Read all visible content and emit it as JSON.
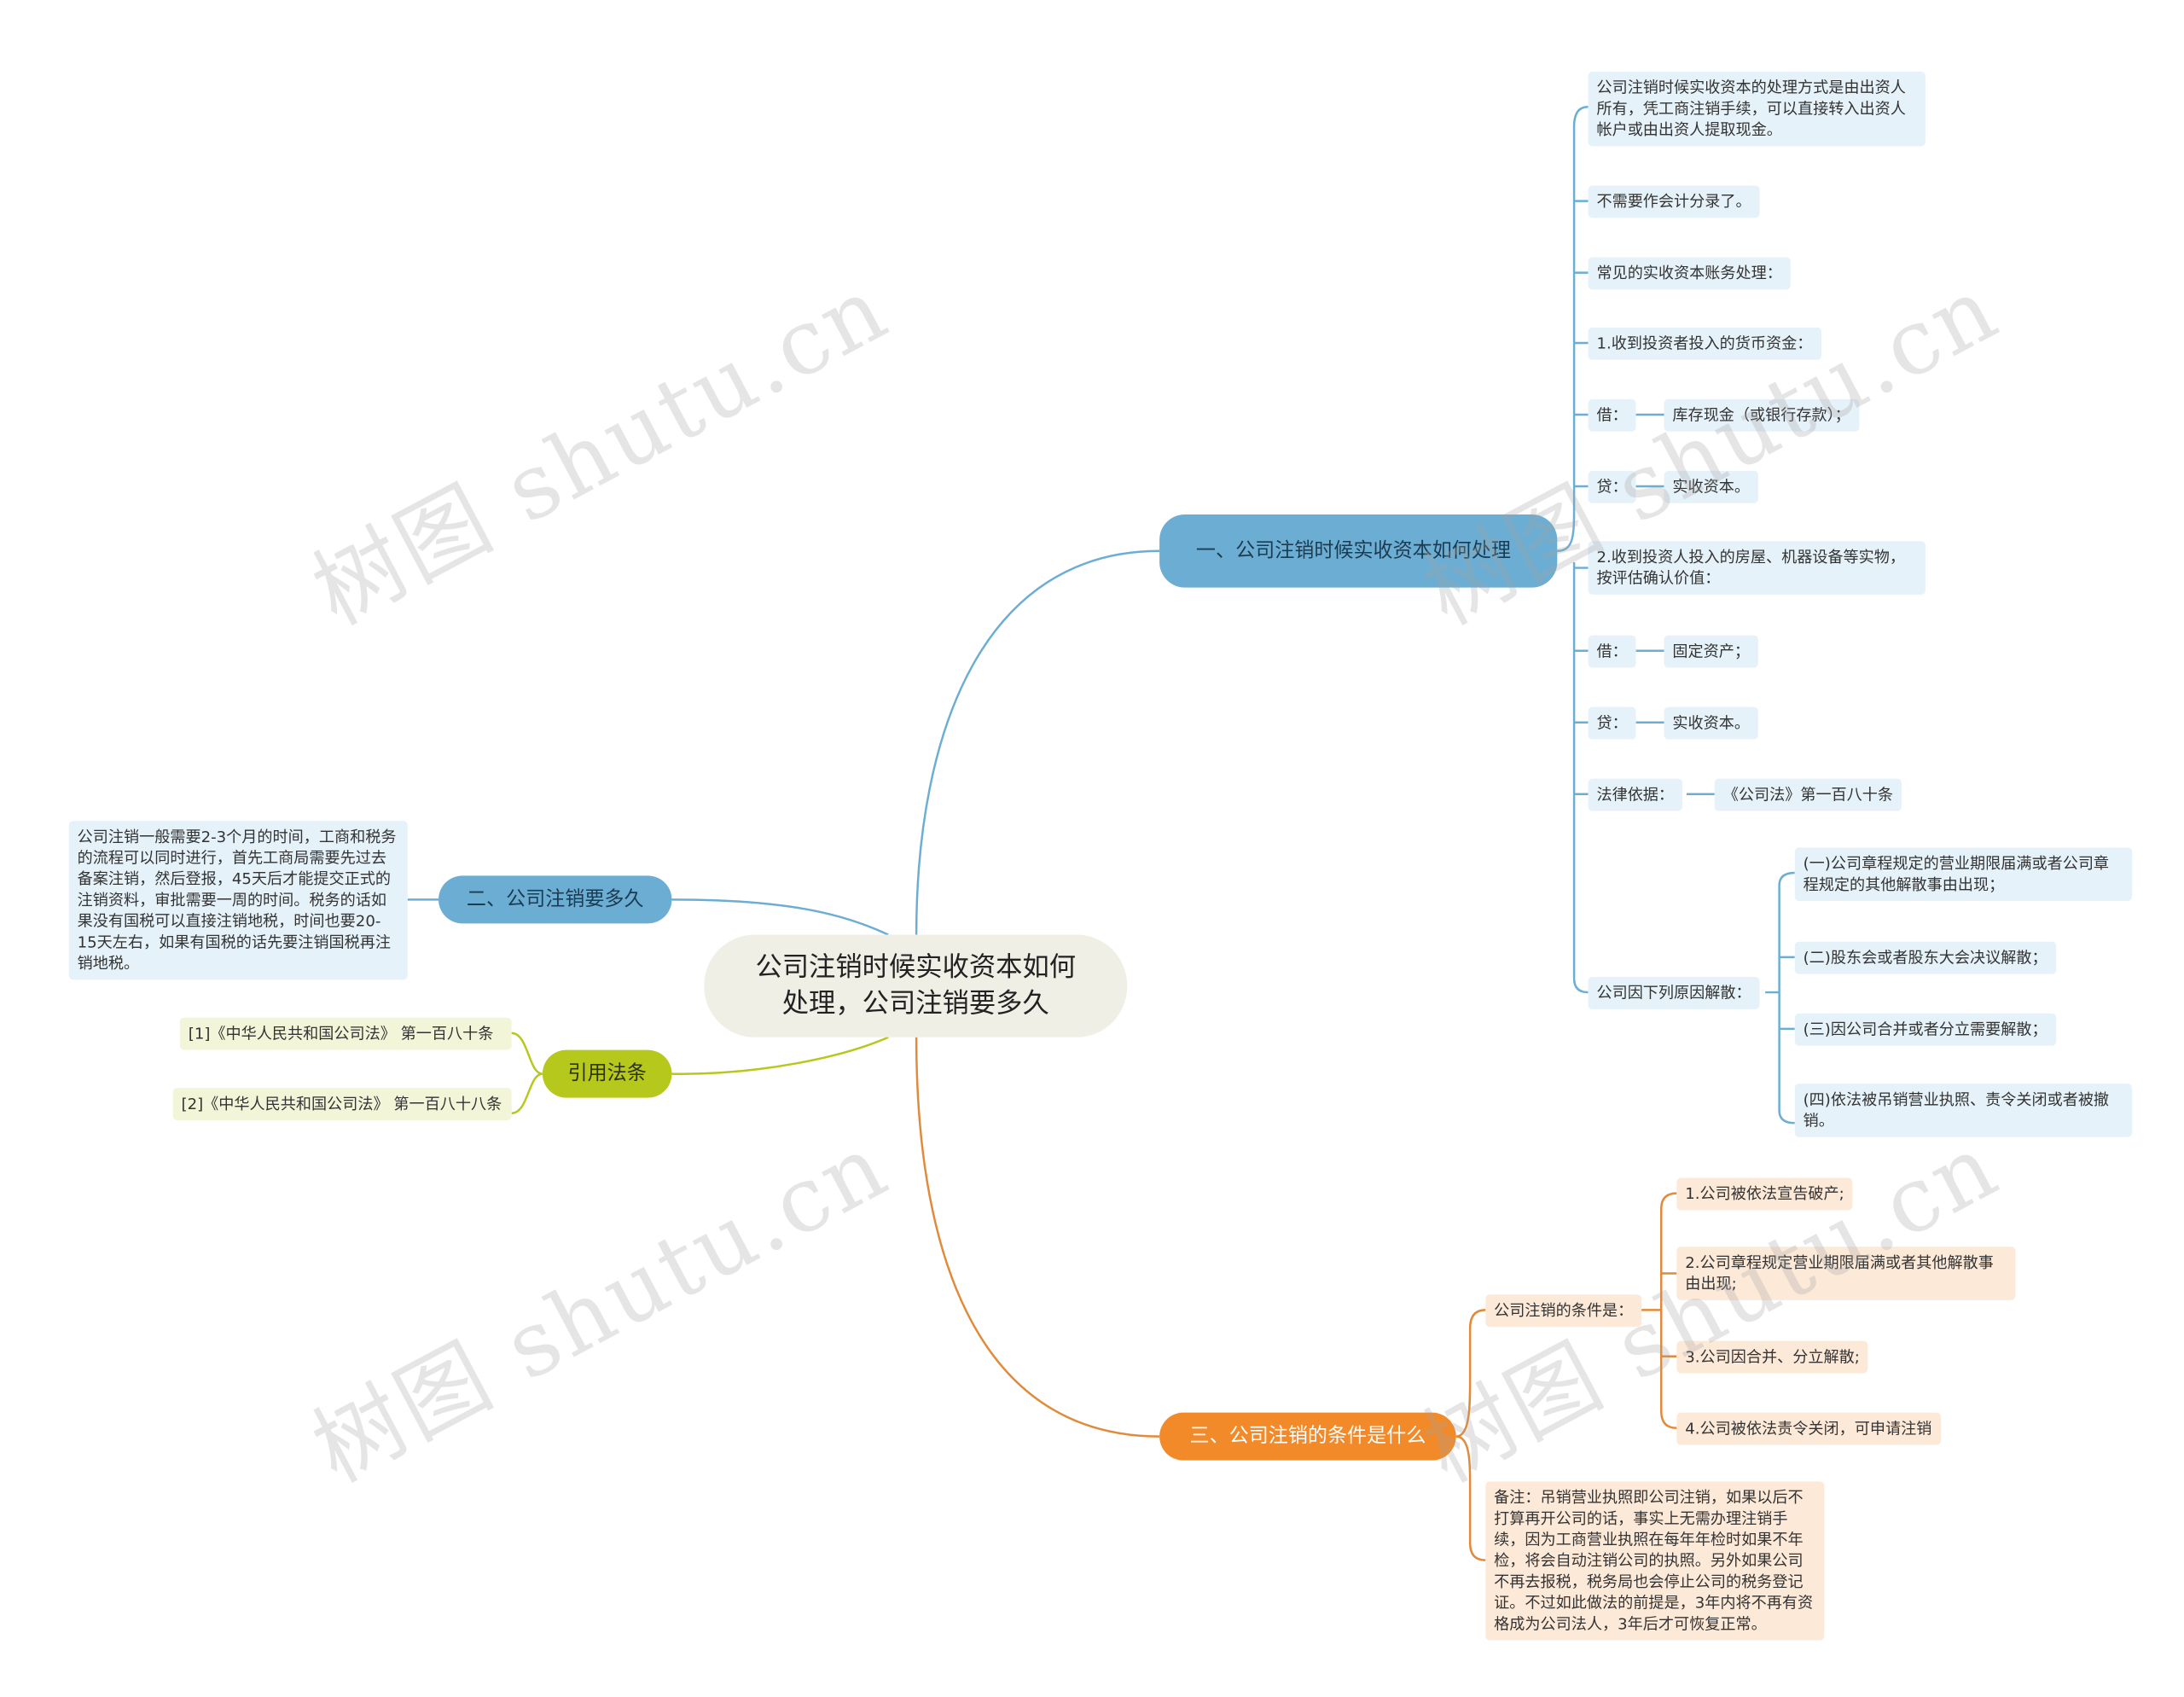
{
  "center": {
    "title": "公司注销时候实收资本如何处理，公司注销要多久"
  },
  "branch1": {
    "title": "一、公司注销时候实收资本如何处理",
    "items": [
      "公司注销时候实收资本的处理方式是由出资人所有，凭工商注销手续，可以直接转入出资人帐户或由出资人提取现金。",
      "不需要作会计分录了。",
      "常见的实收资本账务处理：",
      "1.收到投资者投入的货币资金：",
      "借：",
      "库存现金（或银行存款）；",
      "贷：",
      "实收资本。",
      "2.收到投资人投入的房屋、机器设备等实物，按评估确认价值：",
      "借：",
      "固定资产；",
      "贷：",
      "实收资本。",
      "法律依据：",
      "《公司法》第一百八十条",
      "公司因下列原因解散：",
      "(一)公司章程规定的营业期限届满或者公司章程规定的其他解散事由出现；",
      "(二)股东会或者股东大会决议解散；",
      "(三)因公司合并或者分立需要解散；",
      "(四)依法被吊销营业执照、责令关闭或者被撤销。"
    ]
  },
  "branch2": {
    "title": "二、公司注销要多久",
    "detail": "公司注销一般需要2-3个月的时间，工商和税务的流程可以同时进行，首先工商局需要先过去备案注销，然后登报，45天后才能提交正式的注销资料，审批需要一周的时间。税务的话如果没有国税可以直接注销地税，时间也要20-15天左右，如果有国税的话先要注销国税再注销地税。"
  },
  "branch3": {
    "title": "引用法条",
    "items": [
      "[1]《中华人民共和国公司法》 第一百八十条",
      "[2]《中华人民共和国公司法》 第一百八十八条"
    ]
  },
  "branch4": {
    "title": "三、公司注销的条件是什么",
    "conditions_label": "公司注销的条件是：",
    "conditions": [
      "1.公司被依法宣告破产;",
      "2.公司章程规定营业期限届满或者其他解散事由出现;",
      "3.公司因合并、分立解散;",
      "4.公司被依法责令关闭，可申请注销"
    ],
    "note": "备注：吊销营业执照即公司注销，如果以后不打算再开公司的话，事实上无需办理注销手续，因为工商营业执照在每年年检时如果不年检，将会自动注销公司的执照。另外如果公司不再去报税，税务局也会停止公司的税务登记证。不过如此做法的前提是，3年内将不再有资格成为公司法人，3年后才可恢复正常。"
  },
  "watermark": "树图 shutu.cn",
  "colors": {
    "blue": "#6caed3",
    "green": "#b6c81b",
    "orange": "#f28a2a",
    "center": "#f0efe6"
  }
}
